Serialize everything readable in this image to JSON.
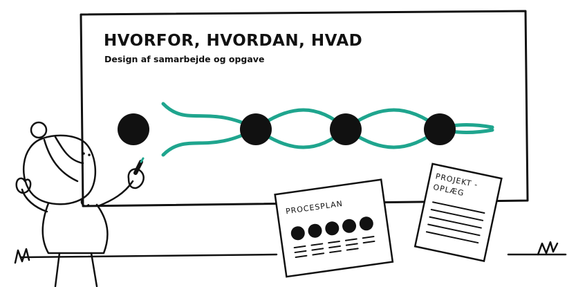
{
  "board": {
    "title": "HVORFOR, HVORDAN, HVAD",
    "subtitle": "Design af samarbejde og opgave"
  },
  "documents": {
    "procesplan_label": "PROCESPLAN",
    "projekt_label_line1": "PROJEKT -",
    "projekt_label_line2": "OPLÆG"
  },
  "colors": {
    "accent_teal": "#1fa58e",
    "ink": "#111111",
    "background": "#ffffff"
  }
}
